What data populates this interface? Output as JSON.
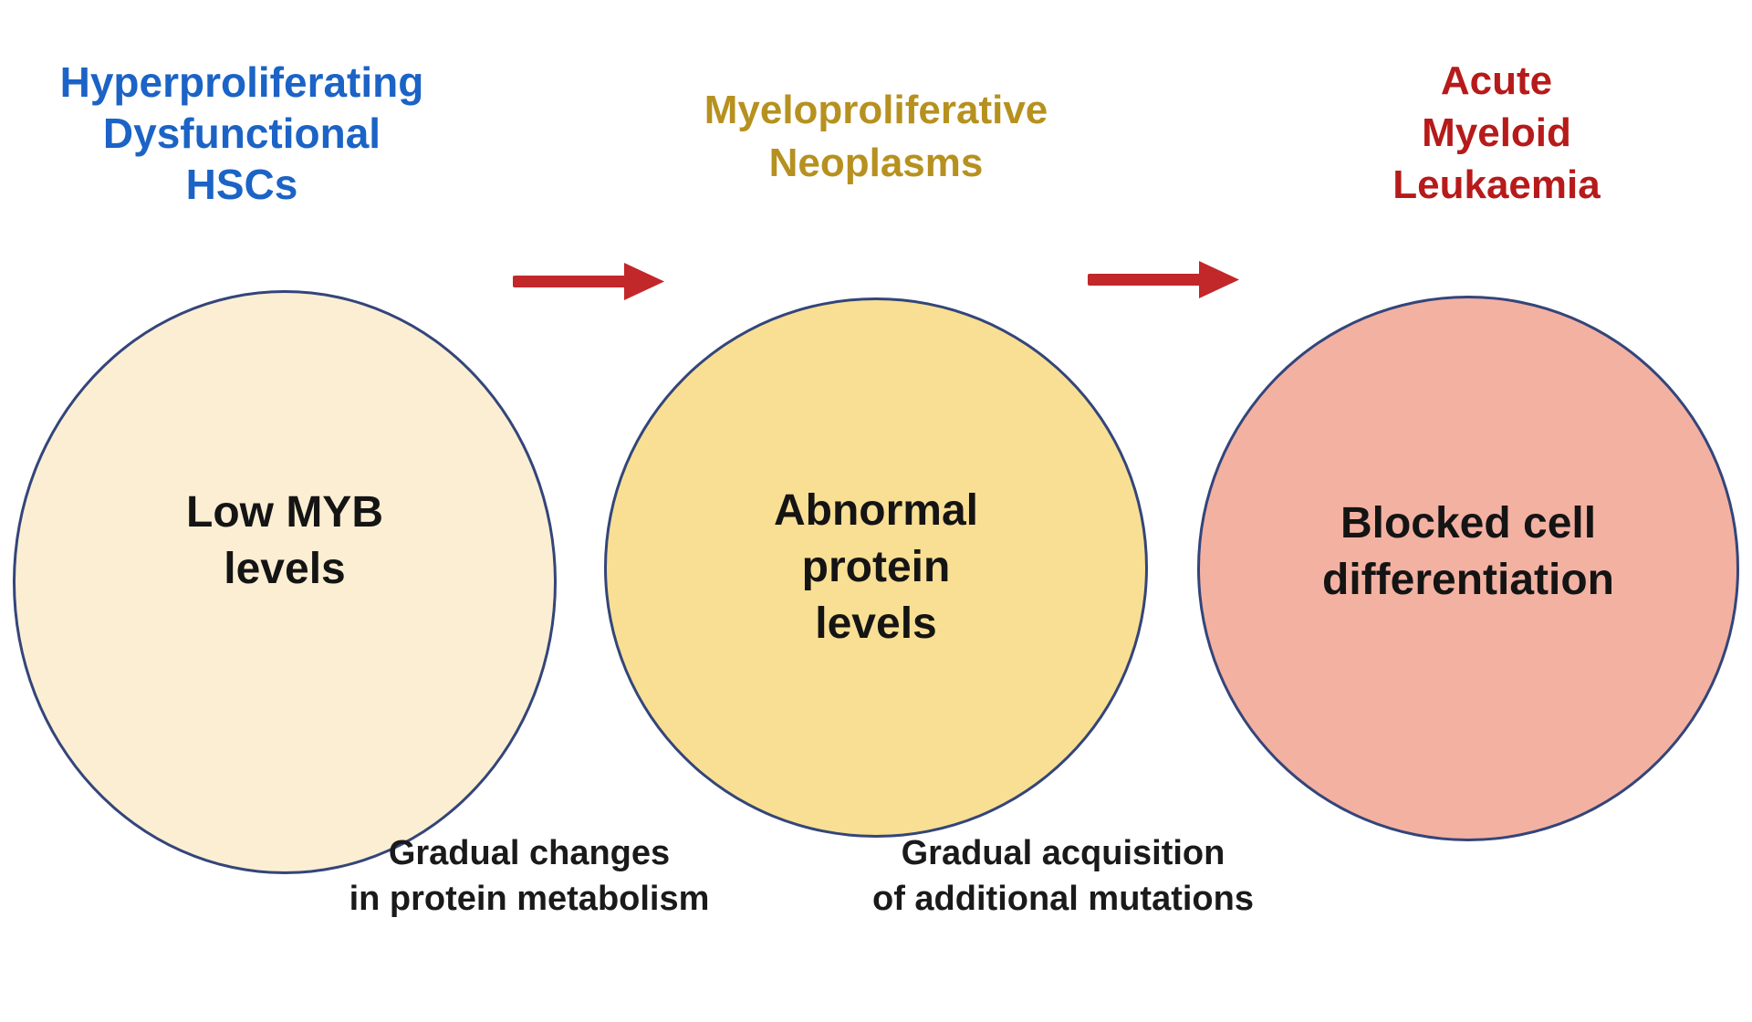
{
  "figure": {
    "type": "flow-diagram",
    "description_visible_only": true,
    "stages": [
      {
        "heading": "Hyperproliferating\nDysfunctional\nHSCs",
        "heading_color": "#1b63c6",
        "circle_label": "Low MYB\nlevels",
        "circle_fill": "#fbeed3",
        "circle_border": "#33457a"
      },
      {
        "heading": "Myeloproliferative\nNeoplasms",
        "heading_color": "#b6911f",
        "circle_label": "Abnormal\nprotein\nlevels",
        "circle_fill": "#f8df93",
        "circle_border": "#33457a"
      },
      {
        "heading": "Acute\nMyeloid\nLeukaemia",
        "heading_color": "#b71a1a",
        "circle_label": "Blocked cell\ndifferentiation",
        "circle_fill": "#f3b1a2",
        "circle_border": "#33457a"
      }
    ],
    "transitions": [
      {
        "label": "Gradual changes\nin protein metabolism"
      },
      {
        "label": "Gradual acquisition\nof additional mutations"
      }
    ],
    "arrow_color": "#c2272a",
    "text_color": "#1a1a1a",
    "background_color": "#ffffff"
  }
}
